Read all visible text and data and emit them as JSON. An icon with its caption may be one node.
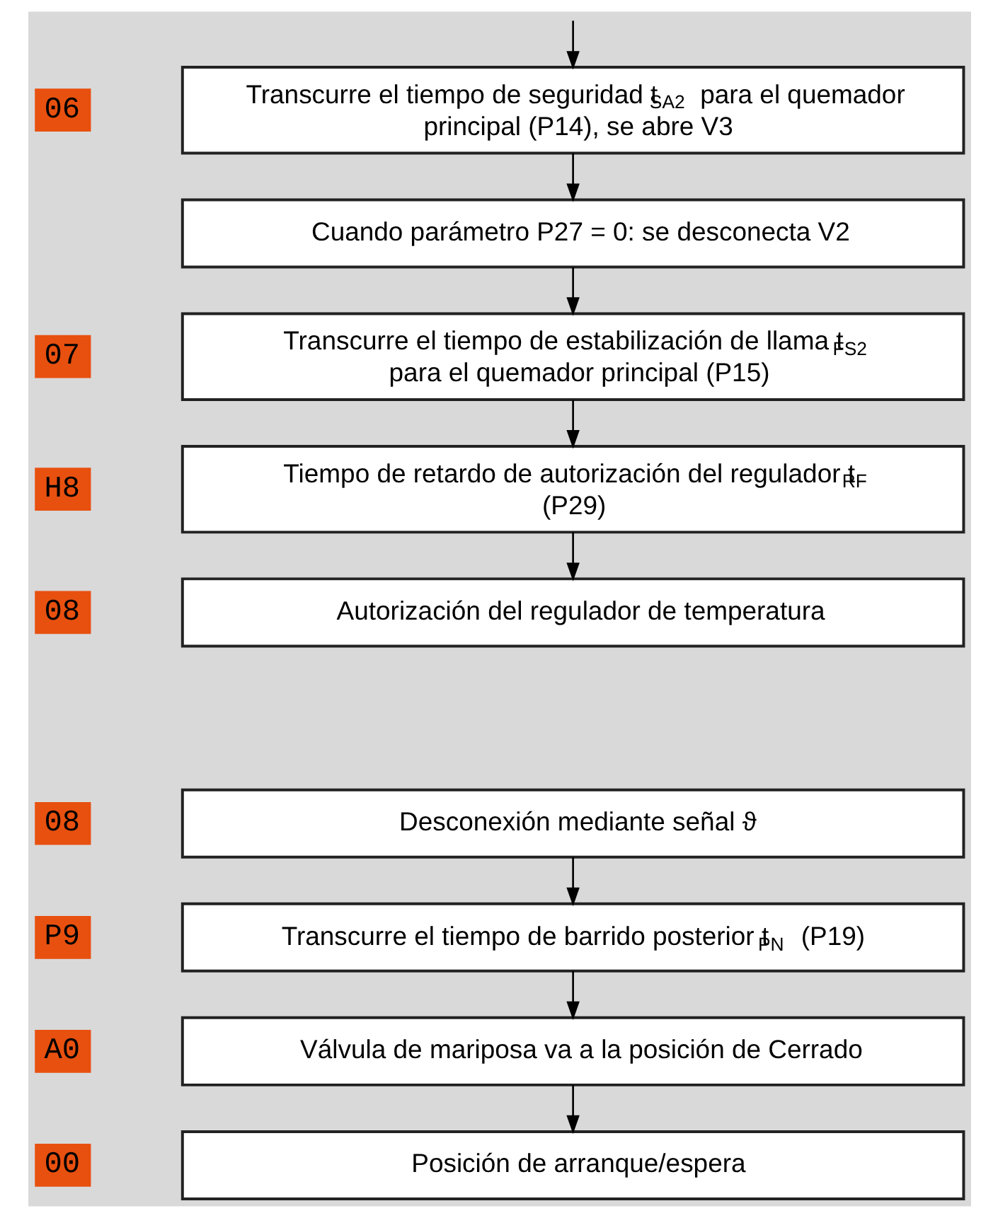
{
  "diagram": {
    "nodes": [
      {
        "text": [
          "06"
        ]
      },
      {
        "text": [
          "Transcurre el tiempo de seguridad t$_{SA2}$ para el quemador principal (P14), se abre V3"
        ]
      },
      {
        "text": [
          "Cuando parámetro P27 = 0: se desconecta V2"
        ]
      },
      {
        "text": [
          "07"
        ]
      },
      {
        "text": [
          "Transcurre el tiempo de estabilización de llama t$_{FS2}$ para el quemador principal (P15)"
        ]
      },
      {
        "text": [
          "H8"
        ]
      },
      {
        "text": [
          "Tiempo de retardo de autorización del regulador t$_{RF}$ (P29)"
        ]
      },
      {
        "text": [
          "08"
        ]
      },
      {
        "text": [
          "Autorización del regulador de temperatura"
        ]
      },
      {
        "text": [
          "08"
        ]
      },
      {
        "text": [
          "Desconexión mediante señal ϑ"
        ]
      },
      {
        "text": [
          "P9"
        ]
      },
      {
        "text": [
          "Transcurre el tiempo de barrido posterior t$_{PN}$ (P19)"
        ]
      },
      {
        "text": [
          "A0"
        ]
      },
      {
        "text": [
          "Válvula de mariposa va a la posición de Cerrado"
        ]
      },
      {
        "text": [
          "00"
        ]
      },
      {
        "text": [
          "Posición de arranque/espera"
        ]
      }
    ],
    "edges": [
      {
        "from": null,
        "to": 1,
        "arrow": "to"
      },
      {
        "from": 1,
        "to": 2,
        "arrow": "to"
      },
      {
        "from": 2,
        "to": 4,
        "arrow": "to"
      },
      {
        "from": 4,
        "to": 6,
        "arrow": "to"
      },
      {
        "from": 6,
        "to": 8,
        "arrow": "to"
      },
      {
        "from": 10,
        "to": 12,
        "arrow": "to"
      },
      {
        "from": 12,
        "to": 14,
        "arrow": "to"
      },
      {
        "from": 14,
        "to": 16,
        "arrow": "to"
      }
    ]
  }
}
